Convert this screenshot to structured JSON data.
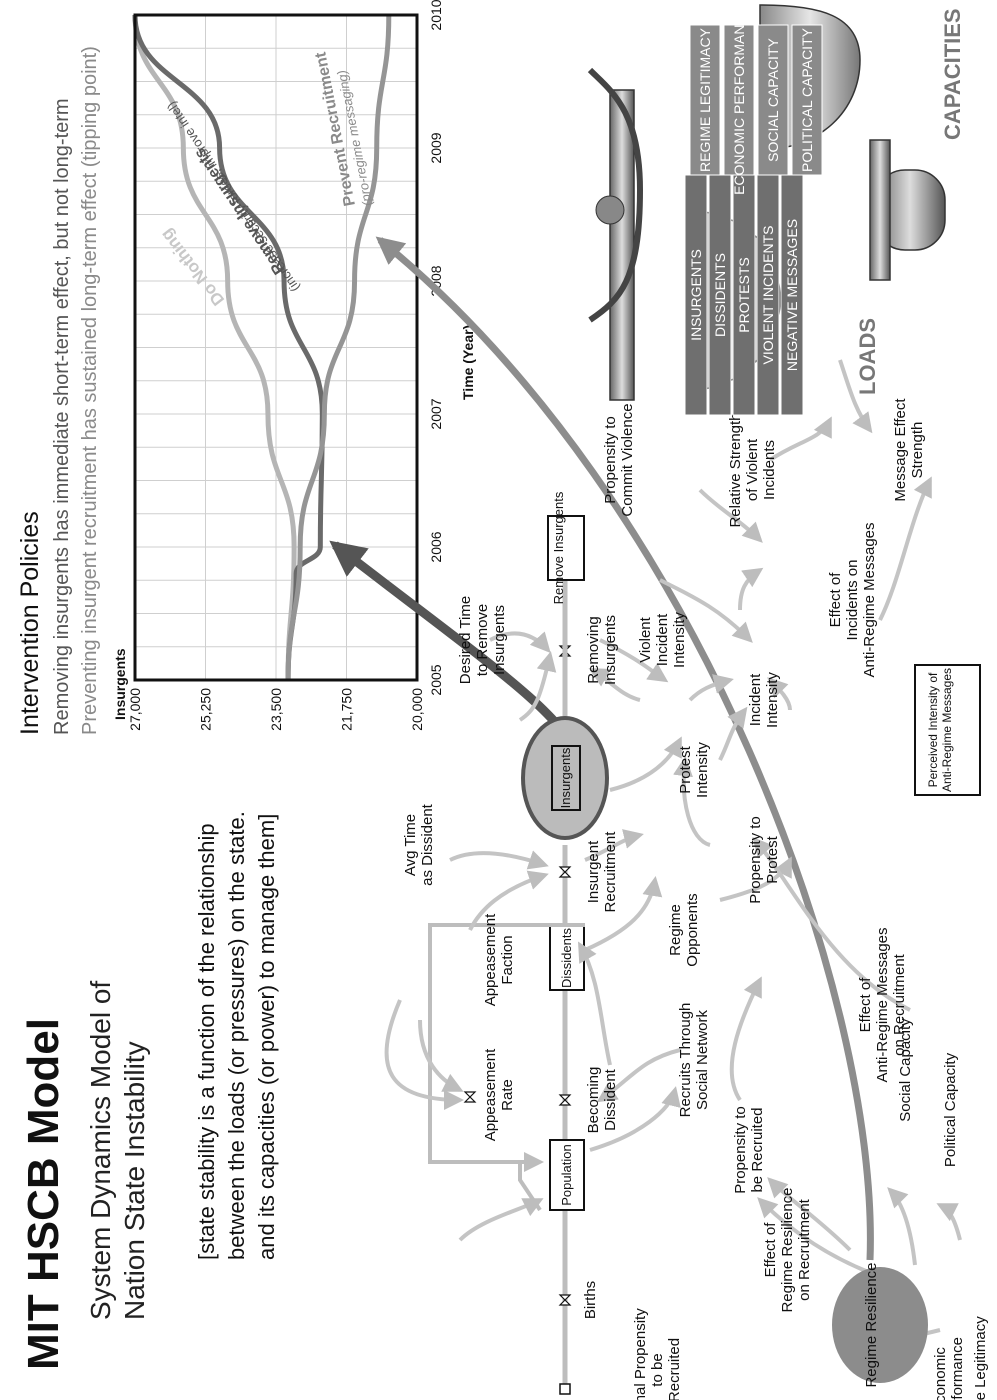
{
  "title": "MIT HSCB Model",
  "subtitle_lines": [
    "System Dynamics Model of",
    "Nation State Instability"
  ],
  "quote_lines": [
    "[state stability is a function of the relationship",
    "between the loads (or pressures) on the state.",
    "and its capacities (or power) to manage them]"
  ],
  "intervention": {
    "title": "Intervention Policies",
    "line1": "Removing insurgents has immediate short-term effect, but not long-term",
    "line2": "Preventing insurgent recruitment has sustained long-term effect (tipping point)"
  },
  "chart_data": {
    "type": "line",
    "ylabel": "Insurgents",
    "xlabel": "Time (Year)",
    "ytick_labels": [
      "27,000",
      "25,250",
      "23,500",
      "21,750",
      "20,000"
    ],
    "xtick_labels": [
      "2005",
      "2006",
      "2007",
      "2008",
      "2009",
      "2010"
    ],
    "ylim": [
      20000,
      27000
    ],
    "xlim": [
      2005,
      2010
    ],
    "grid": true,
    "series": [
      {
        "name": "Do Nothing",
        "color": "#b5b5b5",
        "x": [
          2005,
          2006,
          2007,
          2008,
          2009,
          2010
        ],
        "y": [
          23200,
          23050,
          23700,
          24700,
          25800,
          27000
        ]
      },
      {
        "name": "Remove Insurgents",
        "note": "(increase security forces, improve intel)",
        "color": "#6a6a6a",
        "x": [
          2005,
          2005.8,
          2006,
          2007,
          2008,
          2009,
          2010
        ],
        "y": [
          23200,
          23000,
          22400,
          22350,
          23300,
          24900,
          27000
        ]
      },
      {
        "name": "Prevent Recruitment",
        "note": "(pro-regime messaging)",
        "color": "#959595",
        "x": [
          2005,
          2006,
          2007,
          2008,
          2009,
          2010
        ],
        "y": [
          23200,
          22900,
          22300,
          21550,
          21000,
          20700
        ]
      }
    ]
  },
  "stocks": {
    "population": "Population",
    "dissidents": "Dissidents",
    "insurgents": "Insurgents",
    "remove_insurgents": "Remove Insurgents",
    "perceived_intensity": "Perceived Intensity of Anti-Regime Messages"
  },
  "nodes": {
    "births": "Births",
    "becoming_dissident": "Becoming Dissident",
    "insurgent_recruitment": "Insurgent Recruitment",
    "removing_insurgents": "Removing Insurgents",
    "appeasement_rate": "Appeasement Rate",
    "appeasement_faction": "Appeasement Faction",
    "avg_time_dissident": "Avg Time as Dissident",
    "desired_time": "Desired Time to Remove Insurgents",
    "normal_propensity": "Normal Propensity to be Recruited",
    "recruits_social": "Recruits Through Social Network",
    "propensity_recruited": "Propensity to be Recruited",
    "regime_opponents": "Regime Opponents",
    "propensity_protest": "Propensity to Protest",
    "protest_intensity": "Protest Intensity",
    "violent_incident_intensity": "Violent Incident Intensity",
    "propensity_violence": "Propensity to Commit Violence",
    "incident_intensity": "Incident Intensity",
    "relative_strength": "Relative Strength of Violent Incidents",
    "effect_incidents": "Effect of Incidents on Anti-Regime Messages",
    "message_effect": "Message Effect Strength",
    "effect_anti_regime": "Effect of Anti-Regime Messages on Recruitment",
    "effect_resilience": "Effect of Regime Resilience on Recruitment",
    "regime_resilience": "Regime Resilience",
    "social_capacity": "Social Capacity",
    "political_capacity": "Political Capacity",
    "regime_legitimacy": "Regime Legitimacy",
    "economic_performance": "Economic Performance"
  },
  "scale": {
    "loads_title": "LOADS",
    "capacities_title": "CAPACITIES",
    "loads": [
      "INSURGENTS",
      "DISSIDENTS",
      "PROTESTS",
      "VIOLENT INCIDENTS",
      "NEGATIVE MESSAGES"
    ],
    "capacities": [
      "REGIME LEGITIMACY",
      "ECONOMIC PERFORMANCE",
      "SOCIAL CAPACITY",
      "POLITICAL CAPACITY"
    ]
  },
  "colors": {
    "flow": "#bdbdbd",
    "link": "#c4c4c4",
    "dark_arrow": "#555555",
    "mid_arrow": "#8d8d8d",
    "stock_fill": "#bbbbbb"
  }
}
